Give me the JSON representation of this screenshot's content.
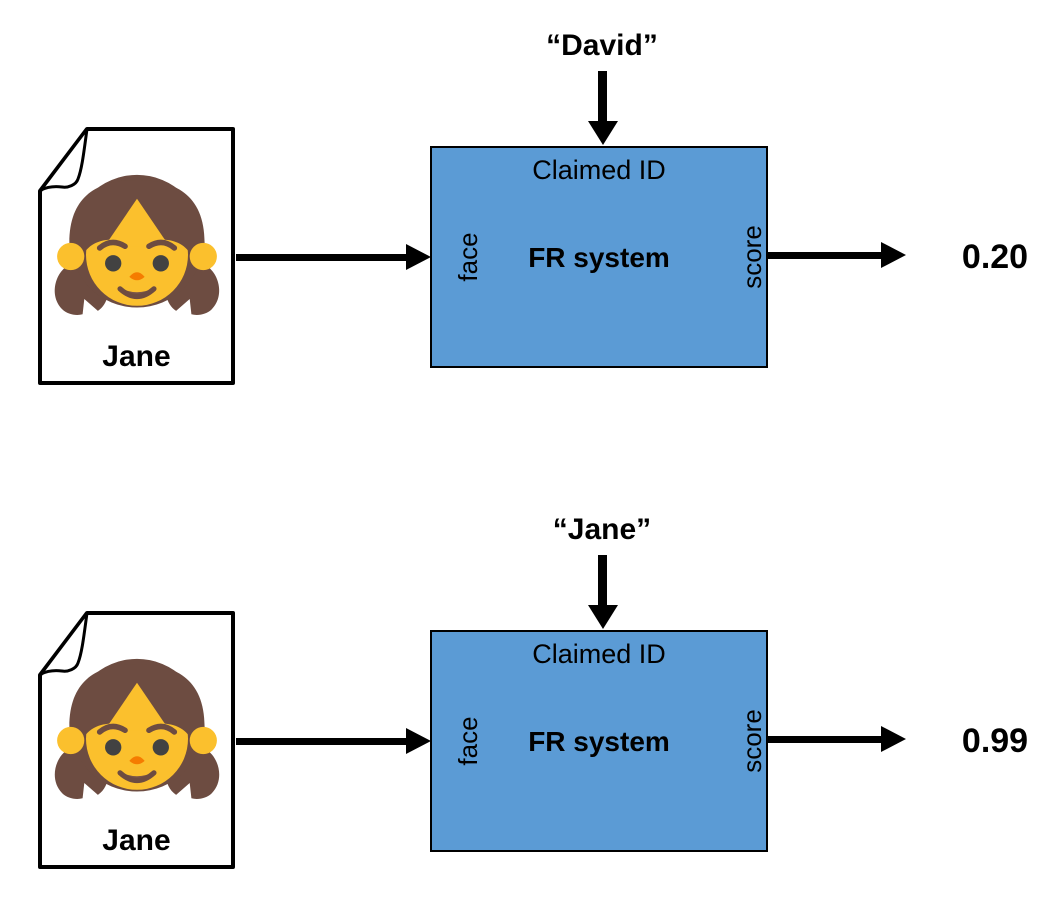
{
  "diagram": {
    "title": "face-recognition-verification-diagram",
    "box": {
      "top_label": "Claimed ID",
      "center_label": "FR system",
      "left_port": "face",
      "right_port": "score"
    },
    "rows": [
      {
        "claimed_id": "“David”",
        "photo_label": "Jane",
        "photo_icon": "girl-emoji",
        "score": "0.20"
      },
      {
        "claimed_id": "“Jane”",
        "photo_label": "Jane",
        "photo_icon": "girl-emoji",
        "score": "0.99"
      }
    ],
    "colors": {
      "box_fill": "#5B9BD5",
      "box_border": "#000000",
      "arrow": "#000000"
    }
  }
}
